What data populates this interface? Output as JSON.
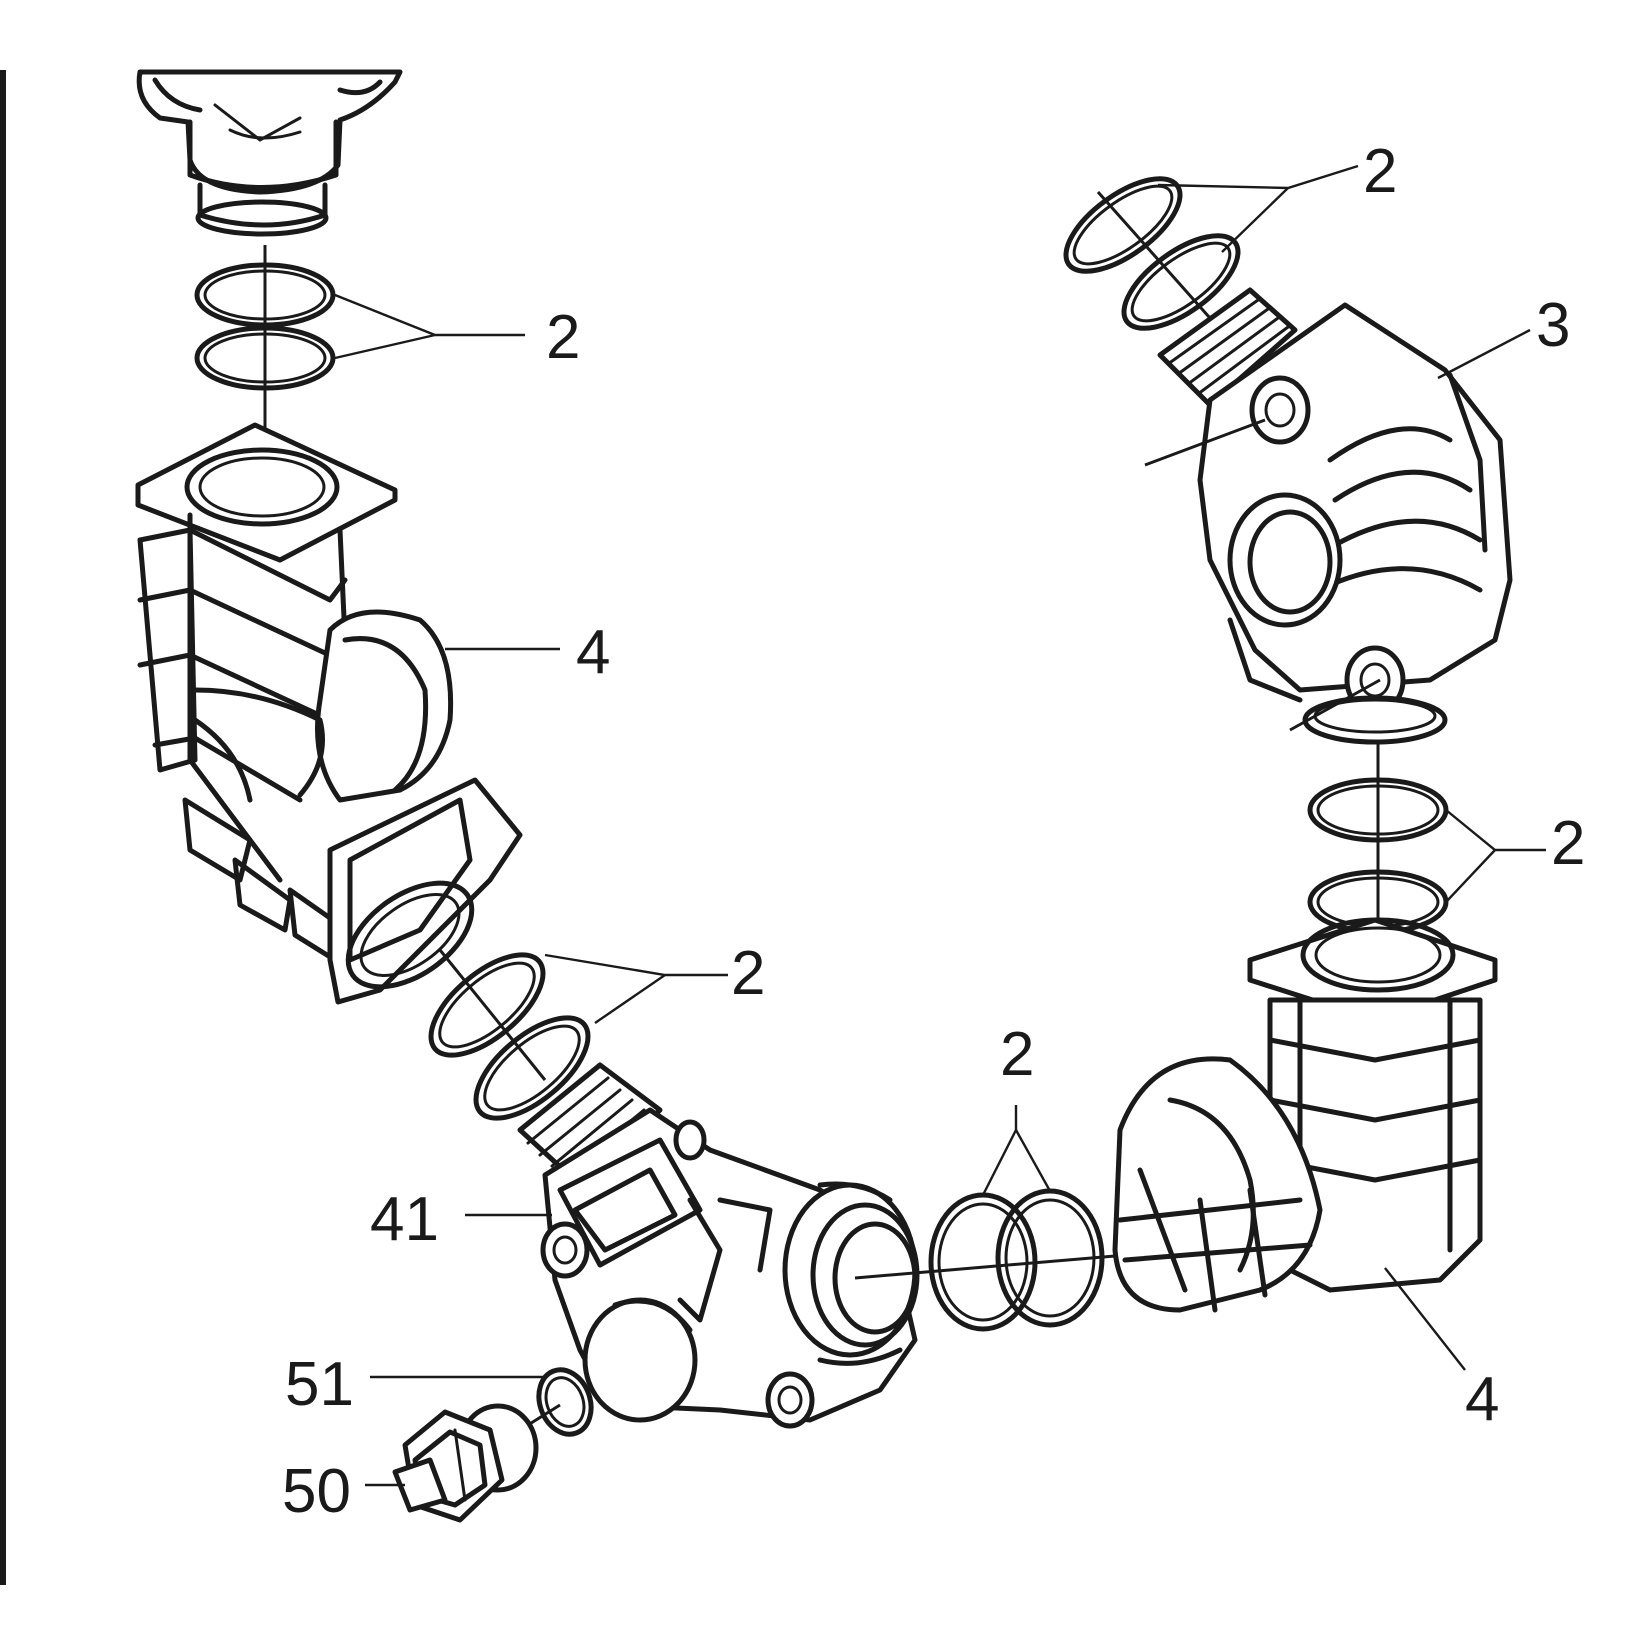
{
  "diagram": {
    "colors": {
      "ink": "#1a1a1a",
      "paper": "#ffffff"
    },
    "callouts": {
      "c_2_top_right": "2",
      "c_3": "3",
      "c_2_upper_left": "2",
      "c_4_left": "4",
      "c_2_right": "2",
      "c_2_middle": "2",
      "c_2_bottom_center": "2",
      "c_41": "41",
      "c_51": "51",
      "c_50": "50",
      "c_4_right": "4"
    }
  }
}
